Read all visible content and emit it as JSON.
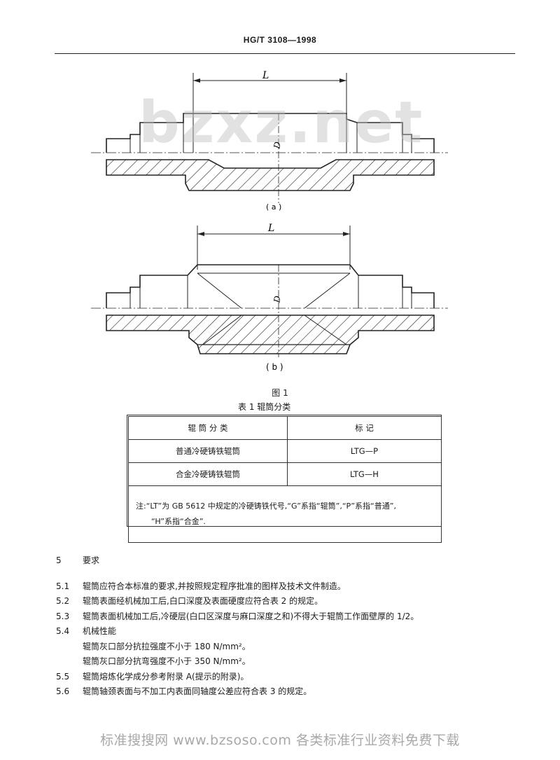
{
  "header": {
    "standard_no": "HG/T 3108—1998"
  },
  "watermark": "bzxz.net",
  "figure": {
    "dim_a": "L",
    "dim_b": "L",
    "d_a": "D",
    "d_b": "D",
    "label_a": "( a )",
    "label_b": "( b )",
    "caption": "图 1"
  },
  "table": {
    "title": "表 1   辊筒分类",
    "headers": [
      "辊 筒 分 类",
      "标          记"
    ],
    "rows": [
      [
        "普通冷硬铸铁辊筒",
        "LTG—P"
      ],
      [
        "合金冷硬铸铁辊筒",
        "LTG—H"
      ]
    ],
    "note_line1": "注:“LT”为 GB 5612 中规定的冷硬铸铁代号,“G”系指“辊筒”,“P”系指“普通”,",
    "note_line2": "“H”系指“合金”."
  },
  "section5": {
    "heading_num": "5",
    "heading": "要求",
    "items": [
      {
        "num": "5.1",
        "text": "辊筒应符合本标准的要求,并按照规定程序批准的图样及技术文件制造。"
      },
      {
        "num": "5.2",
        "text": "辊筒表面经机械加工后,白口深度及表面硬度应符合表 2 的规定。"
      },
      {
        "num": "5.3",
        "text": "辊筒表面机械加工后,冷硬层(白口区深度与麻口深度之和)不得大于辊筒工作面壁厚的 1/2。"
      },
      {
        "num": "5.4",
        "text": "机械性能"
      }
    ],
    "sub_lines": [
      "辊筒灰口部分抗拉强度不小于 180 N/mm²。",
      "辊筒灰口部分抗弯强度不小于 350 N/mm²。"
    ],
    "items2": [
      {
        "num": "5.5",
        "text": "辊筒熔炼化学成分参考附录 A(提示的附录)。"
      },
      {
        "num": "5.6",
        "text": "辊筒轴颈表面与不加工内表面同轴度公差应符合表 3 的规定。"
      }
    ]
  },
  "footer": "标准搜搜网 www.bzsoso.com 各类标准行业资料免费下载"
}
